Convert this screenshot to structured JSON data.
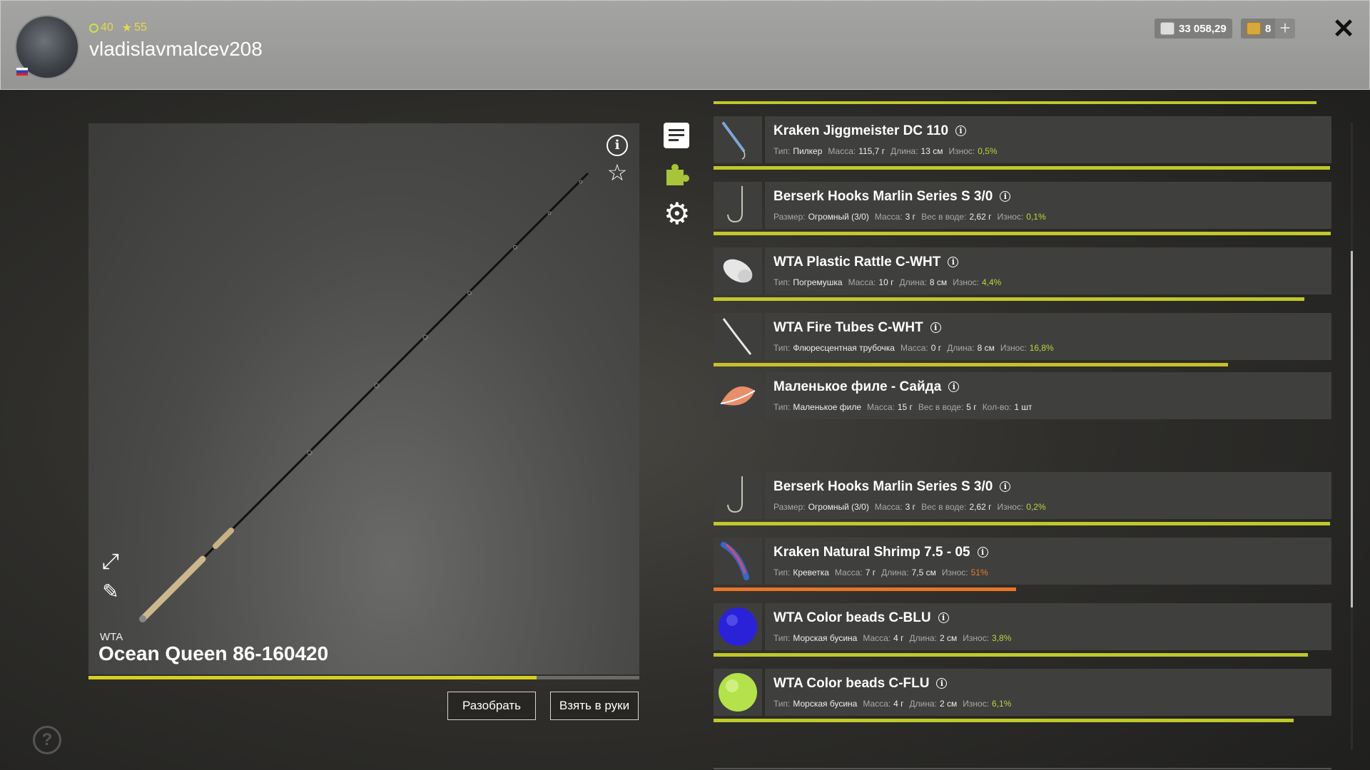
{
  "header": {
    "stat_level": "40",
    "stat_stars": "55",
    "username": "vladislavmalcev208",
    "silver": "33 058,29",
    "gold": "8",
    "plus": "+",
    "close": "✕"
  },
  "rod": {
    "brand": "WTA",
    "name": "Ocean Queen 86-160420",
    "wear_fraction": 0.813,
    "disassemble_label": "Разобрать",
    "equip_label": "Взять в руки"
  },
  "items": [
    {
      "title": "Kraken Jiggmeister DC 110",
      "thumb": "jig",
      "props": [
        [
          "Тип:",
          "Пилкер"
        ],
        [
          "Масса:",
          "115,7 г"
        ],
        [
          "Длина:",
          "13 см"
        ]
      ],
      "wear_label": "Износ:",
      "wear": "0,5%",
      "wear_color": "#bcd43a",
      "bar_fraction": 0.998,
      "bar_color": "#c0c82a"
    },
    {
      "title": "Berserk Hooks Marlin Series S 3/0",
      "thumb": "hook",
      "props": [
        [
          "Размер:",
          "Огромный (3/0)"
        ],
        [
          "Масса:",
          "3 г"
        ],
        [
          "Вес в воде:",
          "2,62 г"
        ]
      ],
      "wear_label": "Износ:",
      "wear": "0,1%",
      "wear_color": "#bcd43a",
      "bar_fraction": 0.999,
      "bar_color": "#c0c82a"
    },
    {
      "title": "WTA Plastic Rattle C-WHT",
      "thumb": "rattle",
      "props": [
        [
          "Тип:",
          "Погремушка"
        ],
        [
          "Масса:",
          "10 г"
        ],
        [
          "Длина:",
          "8 см"
        ]
      ],
      "wear_label": "Износ:",
      "wear": "4,4%",
      "wear_color": "#bcd43a",
      "bar_fraction": 0.956,
      "bar_color": "#c0c82a"
    },
    {
      "title": "WTA Fire Tubes C-WHT",
      "thumb": "tube",
      "props": [
        [
          "Тип:",
          "Флюресцентная трубочка"
        ],
        [
          "Масса:",
          "0 г"
        ],
        [
          "Длина:",
          "8 см"
        ]
      ],
      "wear_label": "Износ:",
      "wear": "16,8%",
      "wear_color": "#bcd43a",
      "bar_fraction": 0.832,
      "bar_color": "#c8c02a"
    },
    {
      "title": "Маленькое филе - Сайда",
      "thumb": "fillet",
      "props": [
        [
          "Тип:",
          "Маленькое филе"
        ],
        [
          "Масса:",
          "15 г"
        ],
        [
          "Вес в воде:",
          "5 г"
        ],
        [
          "Кол-во:",
          "1 шт"
        ]
      ],
      "wear_label": "",
      "wear": "",
      "wear_color": "#bcd43a",
      "bar_fraction": 0,
      "bar_color": "#c0c82a"
    },
    {
      "title": "Berserk Hooks Marlin Series S 3/0",
      "thumb": "hook",
      "props": [
        [
          "Размер:",
          "Огромный (3/0)"
        ],
        [
          "Масса:",
          "3 г"
        ],
        [
          "Вес в воде:",
          "2,62 г"
        ]
      ],
      "wear_label": "Износ:",
      "wear": "0,2%",
      "wear_color": "#bcd43a",
      "bar_fraction": 0.998,
      "bar_color": "#c0c82a"
    },
    {
      "title": "Kraken Natural Shrimp 7.5 - 05",
      "thumb": "shrimp",
      "props": [
        [
          "Тип:",
          "Креветка"
        ],
        [
          "Масса:",
          "7 г"
        ],
        [
          "Длина:",
          "7,5 см"
        ]
      ],
      "wear_label": "Износ:",
      "wear": "51%",
      "wear_color": "#e87d27",
      "bar_fraction": 0.49,
      "bar_color": "#e8742a"
    },
    {
      "title": "WTA Color beads C-BLU",
      "thumb": "bead-blue",
      "props": [
        [
          "Тип:",
          "Морская бусина"
        ],
        [
          "Масса:",
          "4 г"
        ],
        [
          "Длина:",
          "2 см"
        ]
      ],
      "wear_label": "Износ:",
      "wear": "3,8%",
      "wear_color": "#bcd43a",
      "bar_fraction": 0.962,
      "bar_color": "#c0c82a"
    },
    {
      "title": "WTA Color beads C-FLU",
      "thumb": "bead-green",
      "props": [
        [
          "Тип:",
          "Морская бусина"
        ],
        [
          "Масса:",
          "4 г"
        ],
        [
          "Длина:",
          "2 см"
        ]
      ],
      "wear_label": "Износ:",
      "wear": "6,1%",
      "wear_color": "#bcd43a",
      "bar_fraction": 0.939,
      "bar_color": "#c0c82a"
    }
  ],
  "icons": {
    "info": "i",
    "star": "☆",
    "expand": "⤢",
    "pen": "✎",
    "help": "?",
    "gear": "⚙",
    "remove": "✕"
  }
}
